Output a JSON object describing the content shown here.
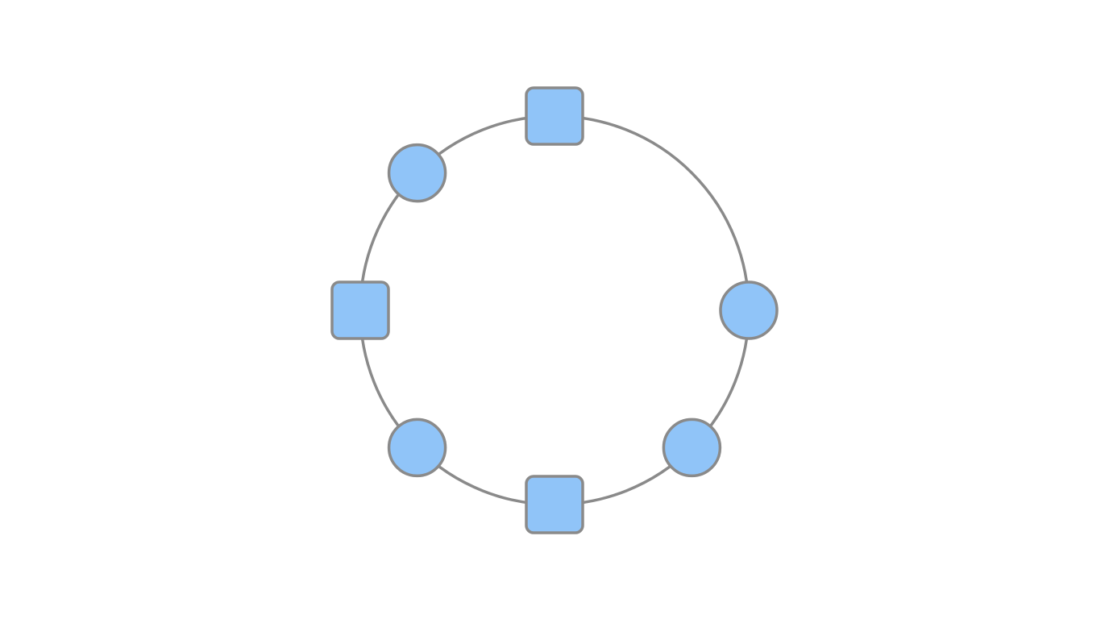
{
  "diagram": {
    "type": "ring",
    "colors": {
      "background": "#ffffff",
      "node_fill": "#90c4f8",
      "stroke": "#8a8a8a"
    },
    "nodes": [
      {
        "id": "top",
        "shape": "square",
        "angle_deg": 90
      },
      {
        "id": "upper-left",
        "shape": "circle",
        "angle_deg": 135
      },
      {
        "id": "left",
        "shape": "square",
        "angle_deg": 180
      },
      {
        "id": "lower-left",
        "shape": "circle",
        "angle_deg": 225
      },
      {
        "id": "bottom",
        "shape": "square",
        "angle_deg": 270
      },
      {
        "id": "lower-right",
        "shape": "circle",
        "angle_deg": 315
      },
      {
        "id": "right",
        "shape": "circle",
        "angle_deg": 0
      }
    ]
  }
}
